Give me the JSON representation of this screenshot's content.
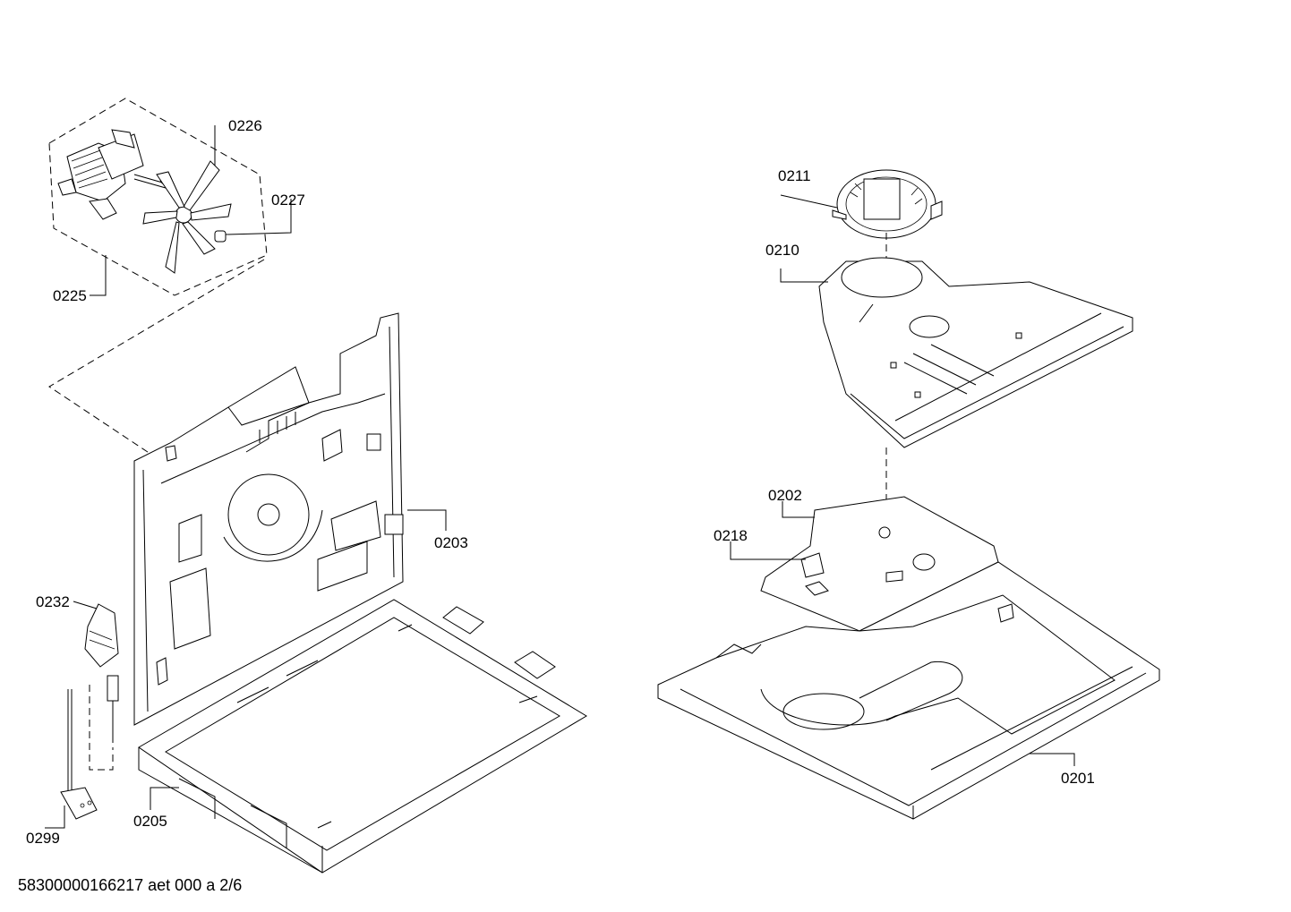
{
  "parts": {
    "p0226": "0226",
    "p0227": "0227",
    "p0225": "0225",
    "p0211": "0211",
    "p0210": "0210",
    "p0203": "0203",
    "p0202": "0202",
    "p0218": "0218",
    "p0232": "0232",
    "p0201": "0201",
    "p0205": "0205",
    "p0299": "0299"
  },
  "footer": {
    "document_id": "58300000166217 aet 000 a 2/6"
  }
}
